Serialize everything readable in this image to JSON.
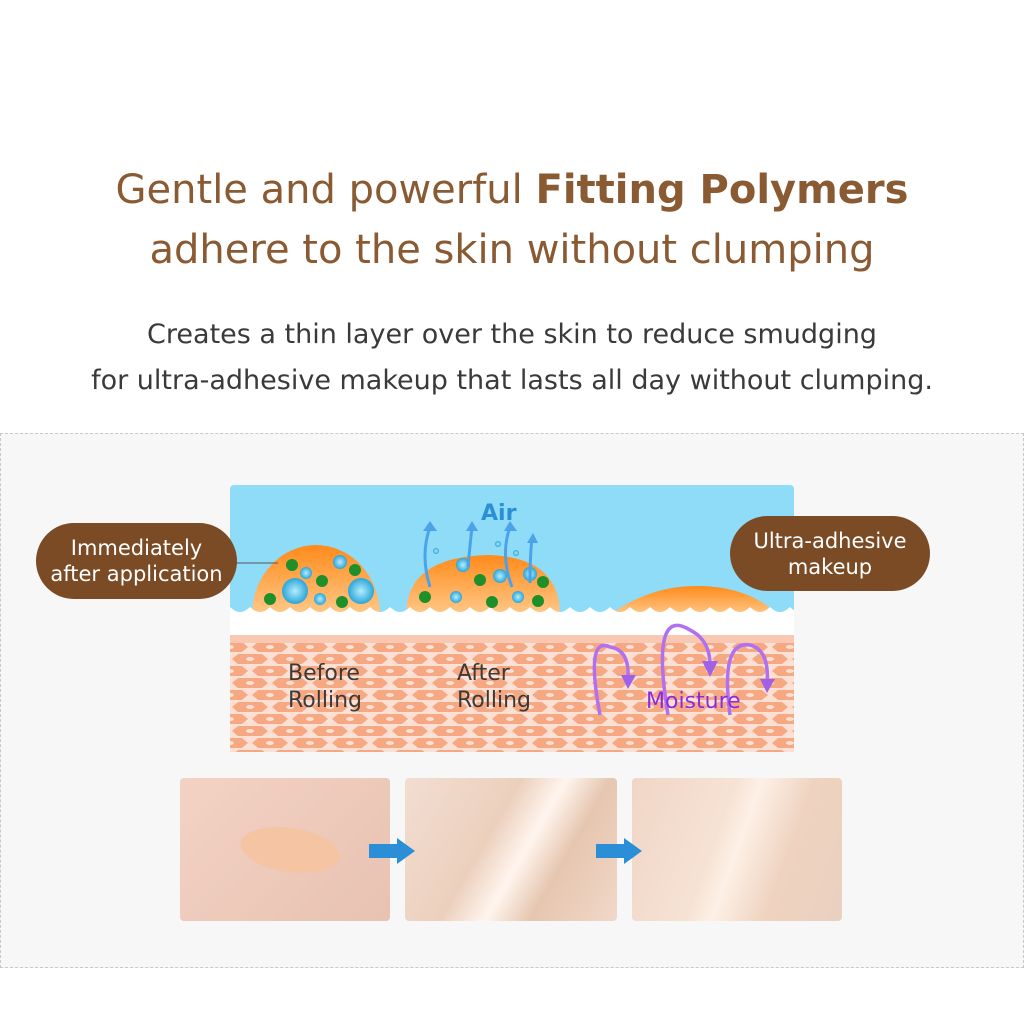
{
  "heading": {
    "line1_prefix": "Gentle and powerful ",
    "line1_bold": "Fitting Polymers",
    "line2": "adhere to the skin without clumping"
  },
  "subheading": {
    "line1": "Creates a thin layer over the skin to reduce smudging",
    "line2": "for ultra-adhesive makeup that lasts all day without clumping."
  },
  "diagram": {
    "left_callout": {
      "line1": "Immediately",
      "line2": "after application"
    },
    "right_callout": {
      "line1": "Ultra-adhesive",
      "line2": "makeup"
    },
    "air_label": "Air",
    "before_label": {
      "line1": "Before",
      "line2": "Rolling"
    },
    "after_label": {
      "line1": "After",
      "line2": "Rolling"
    },
    "moisture_label": "Moisture"
  },
  "colors": {
    "heading": "#8a5a32",
    "callout": "#7a4b25",
    "sky": "#8fdcf8",
    "skin": "#f6b99a",
    "arrow": "#2a8fd6",
    "moisture": "#8a2be2"
  }
}
